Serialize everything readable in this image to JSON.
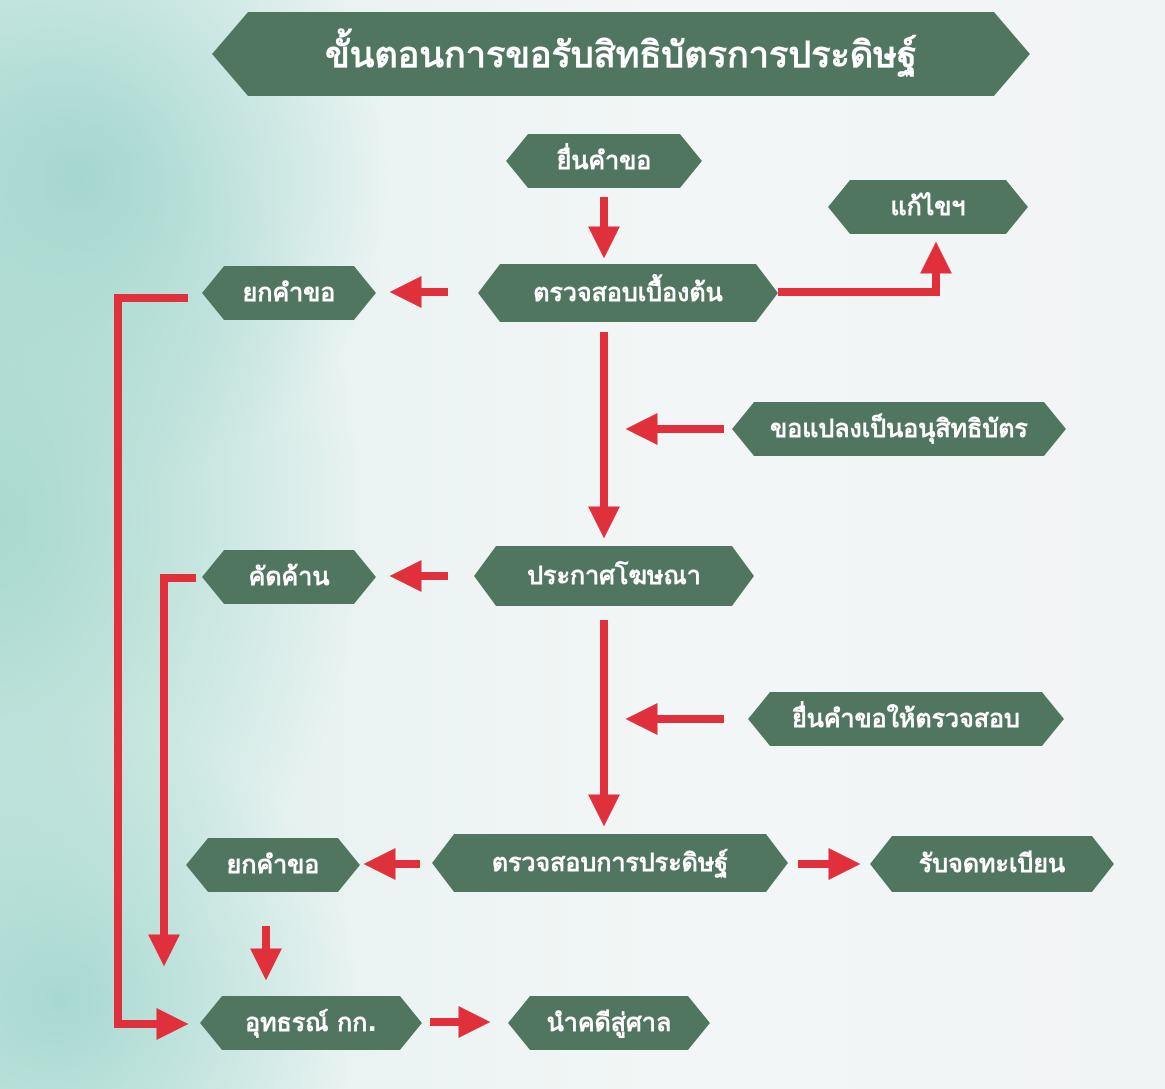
{
  "diagram": {
    "title": "ขั้นตอนการขอรับสิทธิบัตรการประดิษฐ์",
    "nodes": {
      "file_request": "ยื่นคำขอ",
      "correction": "แก้ไขฯ",
      "reject_1": "ยกคำขอ",
      "preliminary_check": "ตรวจสอบเบื้องต้น",
      "convert_petty": "ขอแปลงเป็นอนุสิทธิบัตร",
      "oppose": "คัดค้าน",
      "publication": "ประกาศโฆษณา",
      "request_examination": "ยื่นคำขอให้ตรวจสอบ",
      "reject_2": "ยกคำขอ",
      "examination": "ตรวจสอบการประดิษฐ์",
      "registration": "รับจดทะเบียน",
      "appeal": "อุทธรณ์ กก.",
      "court": "นำคดีสู่ศาล"
    },
    "colors": {
      "node_fill": "#517660",
      "node_text": "#ffffff",
      "arrow": "#e0303c"
    }
  }
}
